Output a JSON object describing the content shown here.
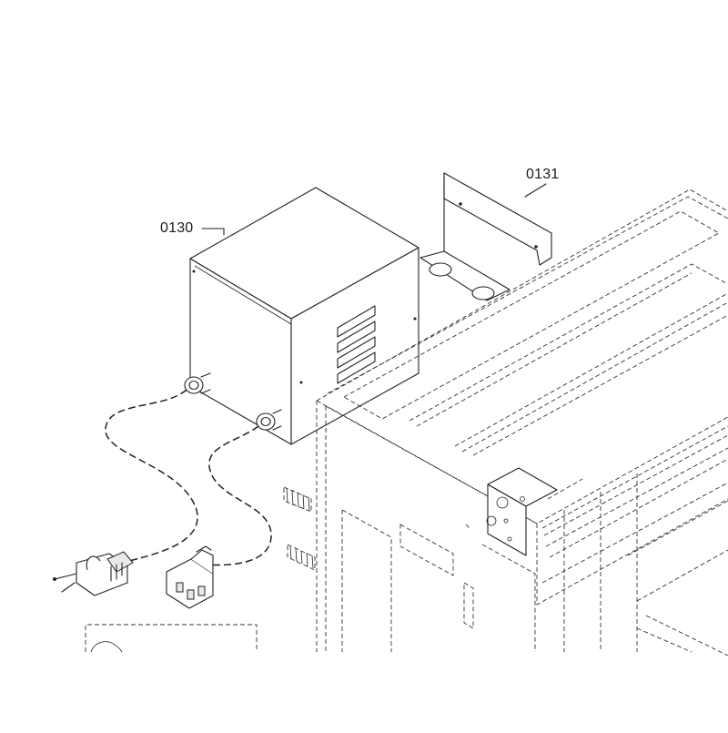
{
  "diagram": {
    "parts": [
      {
        "id": "0130",
        "label": "0130"
      },
      {
        "id": "0131",
        "label": "0131"
      }
    ],
    "line_color": "#222222",
    "background": "#ffffff"
  }
}
